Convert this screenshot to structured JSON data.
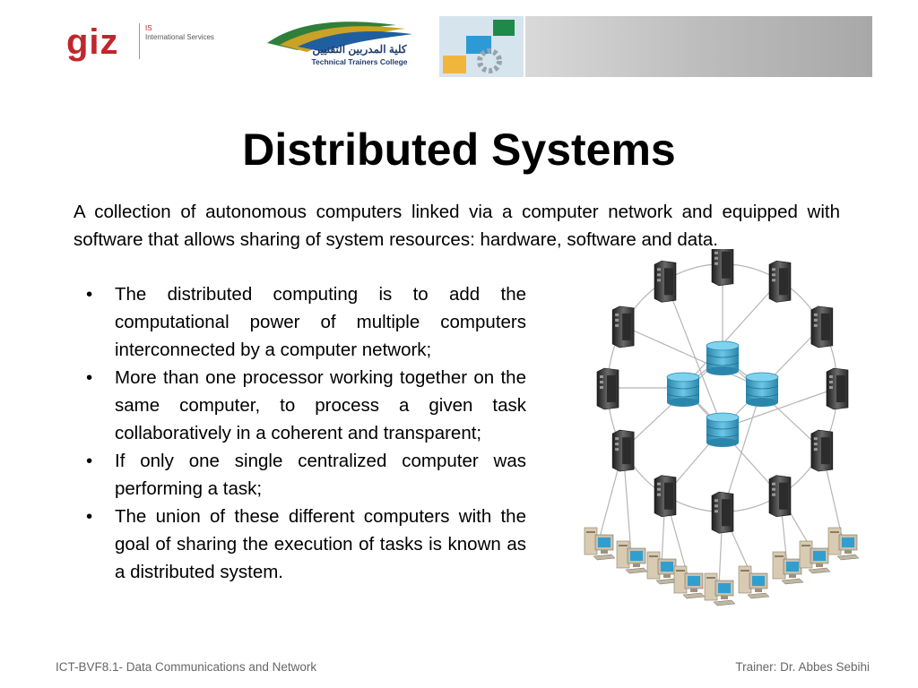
{
  "header": {
    "giz_logo": "giz",
    "giz_is": "IS",
    "giz_sub": "International Services",
    "college_arabic": "كلية المدربين التقنيين",
    "college_english": "Technical Trainers College"
  },
  "slide": {
    "title": "Distributed Systems",
    "intro": "A collection of autonomous computers linked via a computer network and equipped with software that allows sharing of system resources: hardware, software and data.",
    "bullets": [
      "The distributed computing is to add the computational power of multiple computers interconnected by a computer network;",
      "More than one processor working together on the same computer, to process a given task collaboratively in a coherent and transparent;",
      "If only one single centralized computer was performing a task;",
      "The union of these different computers with the goal of sharing the execution of tasks is known as a distributed system."
    ],
    "bullet_glyph": "•"
  },
  "footer": {
    "left": "ICT-BVF8.1- Data Communications and Network",
    "right": "Trainer: Dr. Abbes  Sebihi"
  },
  "colors": {
    "giz_red": "#c0272d",
    "database_blue": "#3fa4c8",
    "server_dark": "#3a3a3a",
    "footer_gray": "#666666"
  },
  "icons": {
    "network": "distributed-network-diagram",
    "server": "server-tower-icon",
    "database": "database-cylinder-icon",
    "workstation": "workstation-computer-icon",
    "gear": "gear-icon"
  }
}
